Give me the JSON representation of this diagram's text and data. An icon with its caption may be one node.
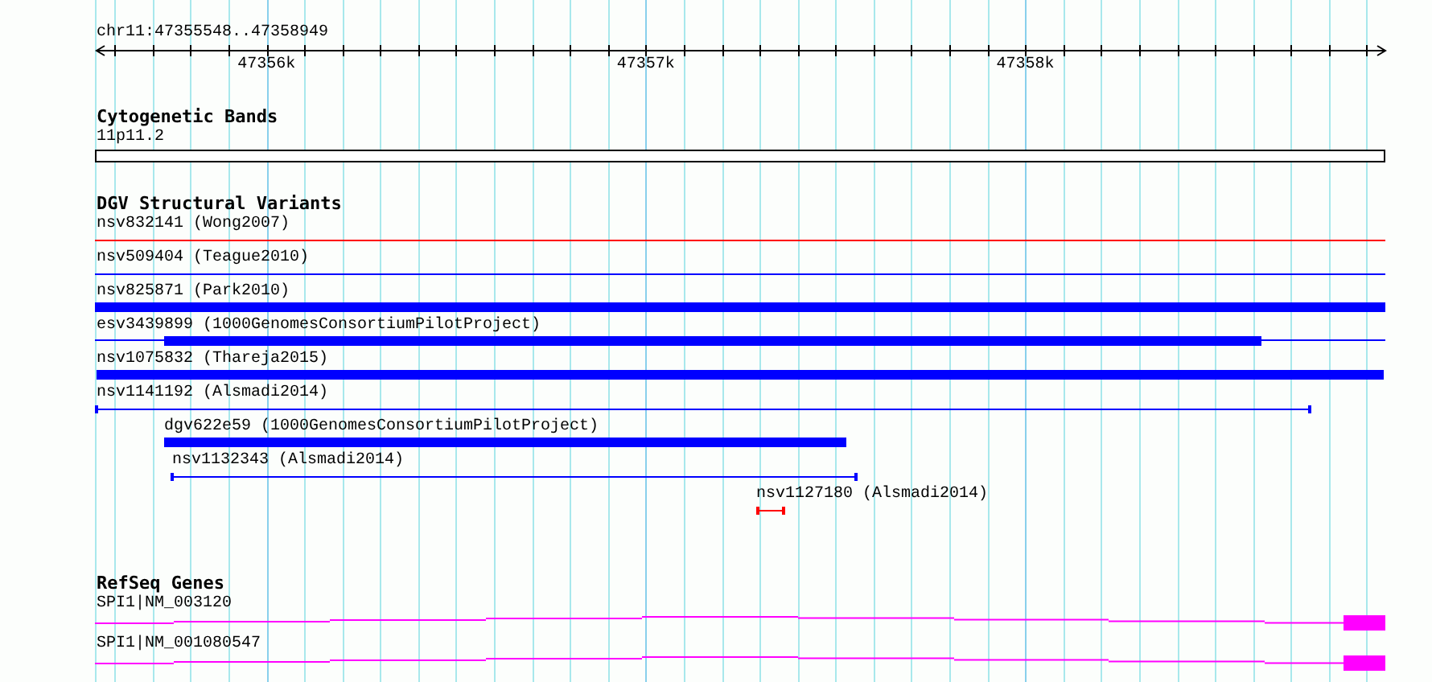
{
  "diagram": {
    "nodes": [
      {
        "text": [
          "11p11.2"
        ]
      },
      {
        "text": [
          "nsv832141 (Wong2007)"
        ]
      },
      {
        "text": [
          "nsv509404 (Teague2010)"
        ]
      },
      {
        "text": [
          "nsv825871 (Park2010)"
        ]
      },
      {
        "text": [
          "esv3439899 (1000GenomesConsortiumPilotProject)"
        ]
      },
      {
        "text": [
          "nsv1075832 (Thareja2015)"
        ]
      },
      {
        "text": [
          "nsv1141192 (Alsmadi2014)"
        ]
      },
      {
        "text": [
          "dgv622e59 (1000GenomesConsortiumPilotProject)"
        ]
      },
      {
        "text": [
          "nsv1132343 (Alsmadi2014)"
        ]
      },
      {
        "text": [
          "nsv1127180 (Alsmadi2014)"
        ]
      },
      {
        "text": [
          "SPI1|NM_003120"
        ]
      },
      {
        "text": [
          "SPI1|NM_001080547"
        ]
      }
    ],
    "labels": [
      "chr11:47355548..47358949",
      "47356k",
      "47357k",
      "47358k",
      "Cytogenetic Bands",
      "DGV Structural Variants",
      "RefSeq Genes"
    ]
  }
}
